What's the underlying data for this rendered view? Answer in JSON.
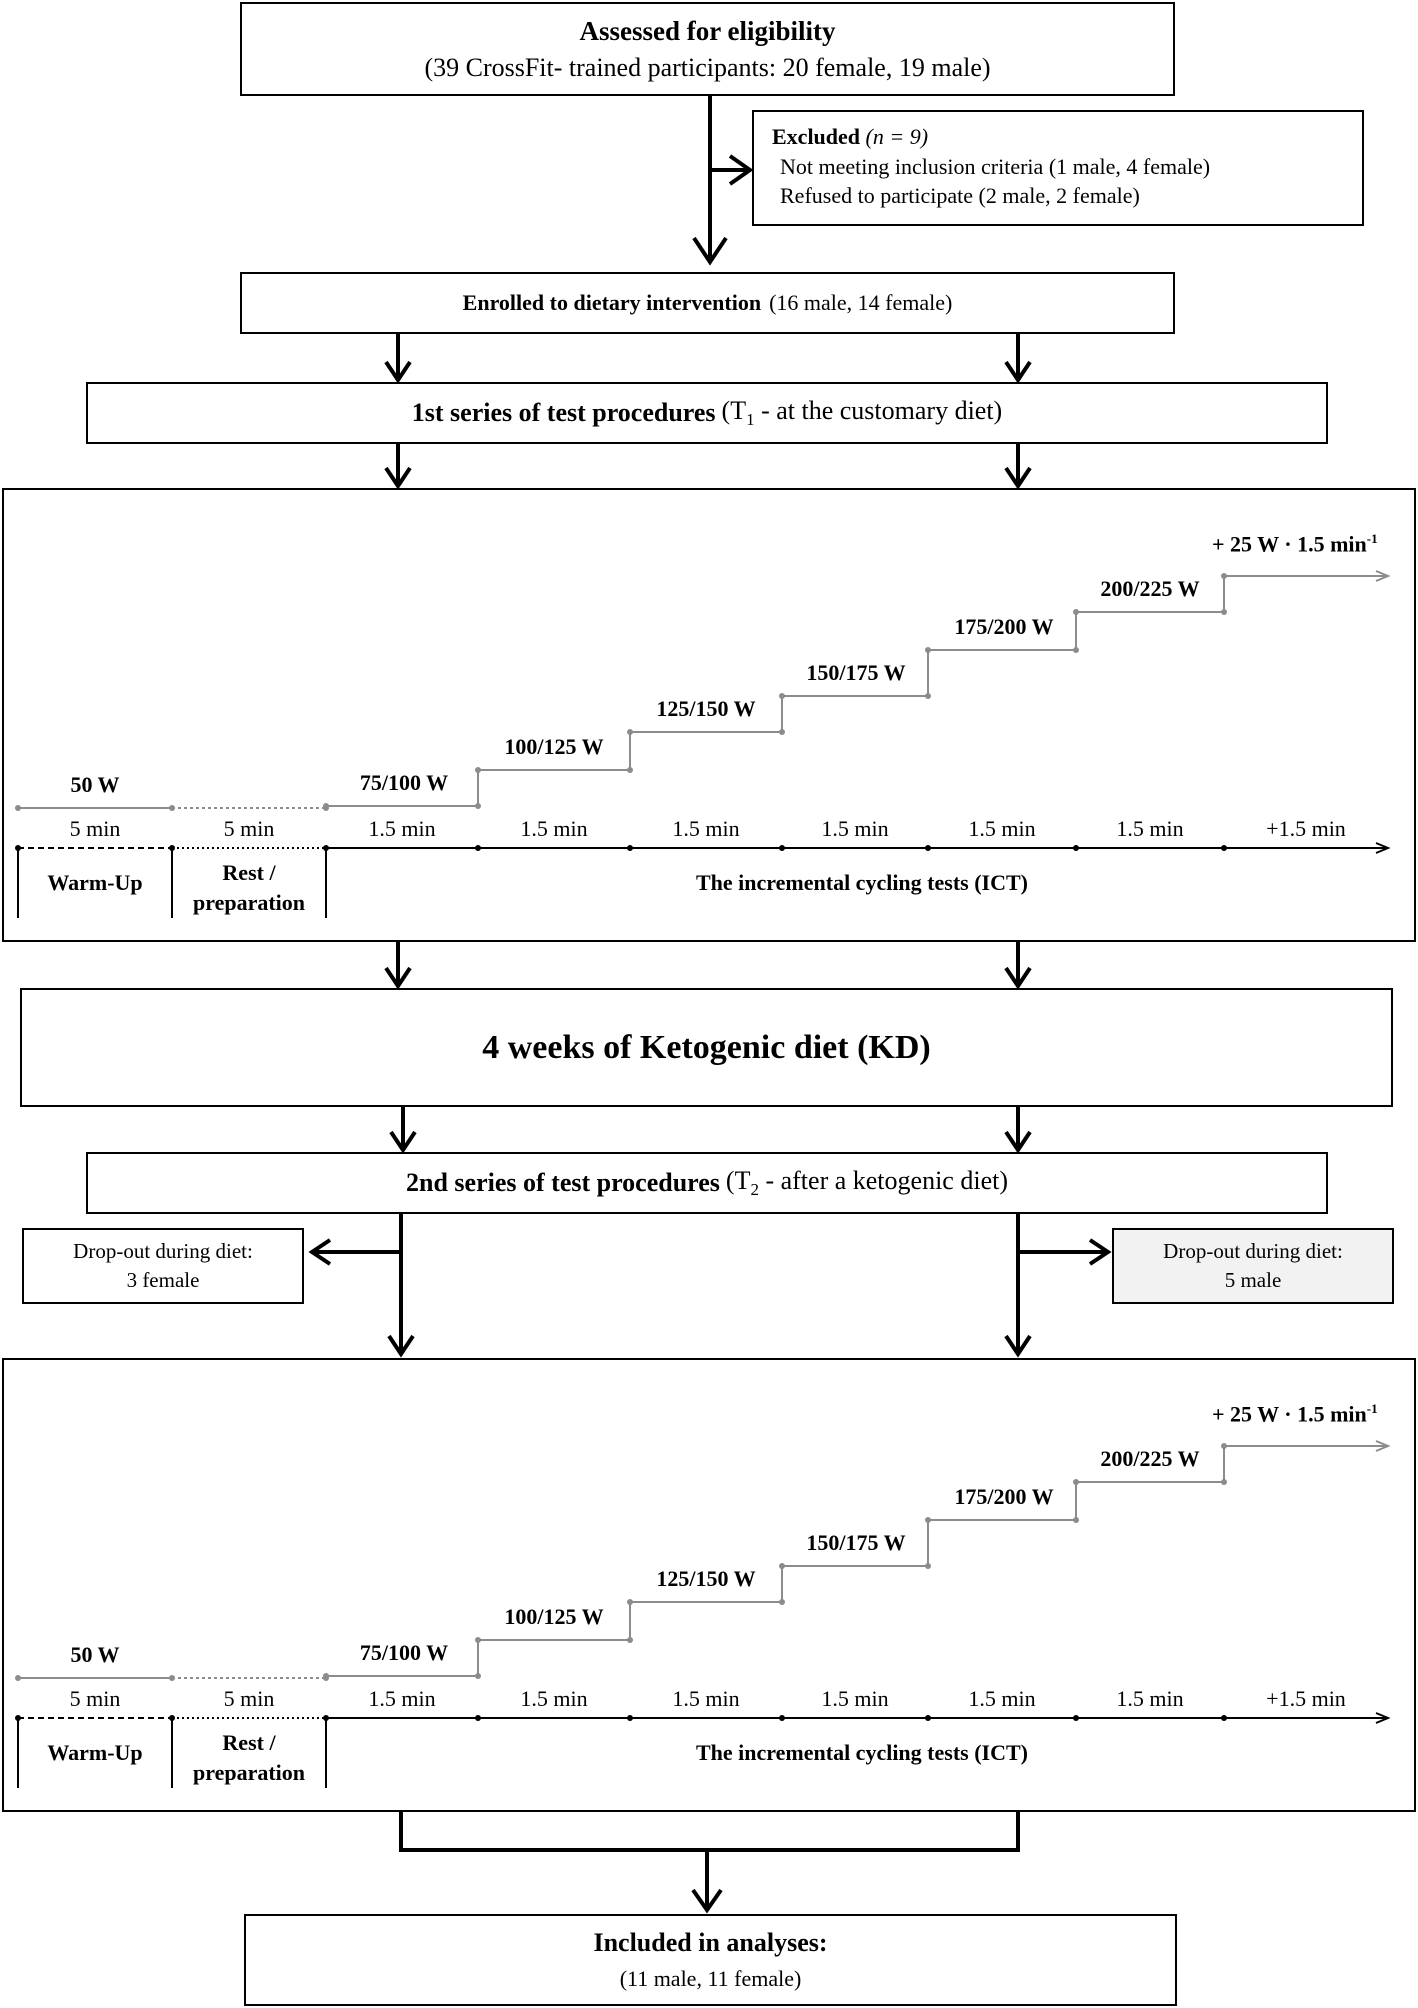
{
  "assessed": {
    "title": "Assessed for eligibility",
    "detail": "(39 CrossFit- trained participants: 20 female, 19 male)"
  },
  "excluded": {
    "label": "Excluded",
    "n_label": "(n = 9)",
    "reasons": [
      "Not meeting inclusion criteria (1 male, 4 female)",
      "Refused to participate (2 male, 2 female)"
    ]
  },
  "enrolled": {
    "label": "Enrolled to dietary intervention",
    "counts": "(16 male, 14 female)"
  },
  "series1": {
    "label": "1st series of test procedures",
    "detail_pre": "(T",
    "subscript": "1",
    "detail_post": " - at the customary diet)"
  },
  "protocol": {
    "increment": "+ 25 W · 1.5 min",
    "increment_exp": "-1",
    "stage_loads": [
      "50 W",
      "75/100 W",
      "100/125 W",
      "125/150 W",
      "150/175 W",
      "175/200 W",
      "200/225 W"
    ],
    "durations": [
      "5 min",
      "5 min",
      "1.5 min",
      "1.5 min",
      "1.5 min",
      "1.5 min",
      "1.5 min",
      "1.5 min",
      "+1.5 min"
    ],
    "warmup": "Warm-Up",
    "rest_line1": "Rest /",
    "rest_line2": "preparation",
    "ict": "The incremental  cycling tests (ICT)"
  },
  "kd": {
    "label": "4 weeks of Ketogenic diet (KD)"
  },
  "series2": {
    "label": "2nd series of test procedures",
    "detail_pre": "(T",
    "subscript": "2",
    "detail_post": " - after a ketogenic diet)"
  },
  "dropout_left": {
    "line1": "Drop-out during diet:",
    "line2": "3 female"
  },
  "dropout_right": {
    "line1": "Drop-out during diet:",
    "line2": "5 male"
  },
  "included": {
    "title": "Included in analyses:",
    "counts": "(11 male,  11 female)"
  },
  "colors": {
    "line": "#000000",
    "protocol_line": "#8c8c8c",
    "dropout_right_fill": "#f2f2f2"
  }
}
